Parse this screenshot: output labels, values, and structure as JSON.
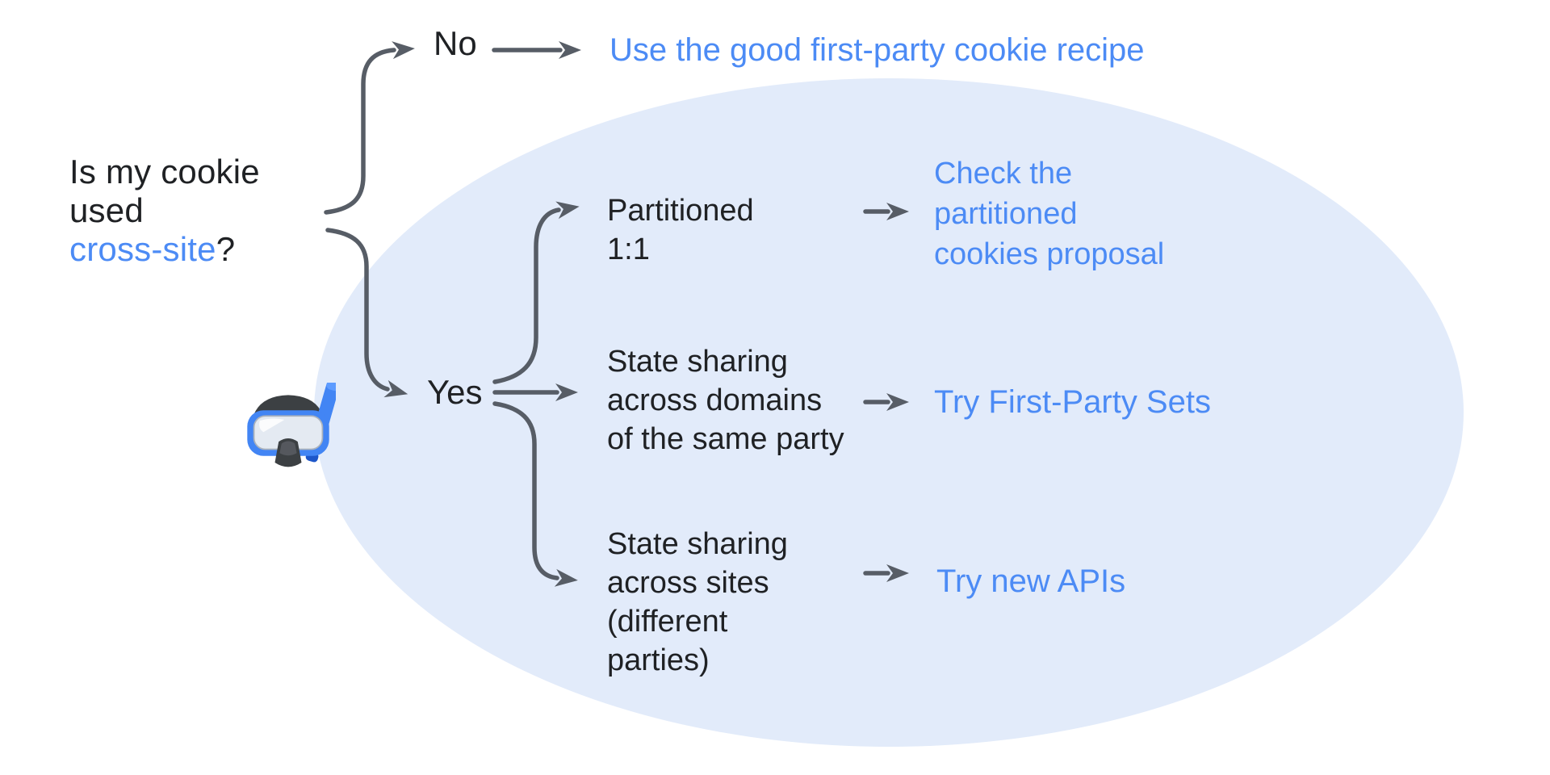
{
  "palette": {
    "accent_blue": "#4c8bf5",
    "arrow_gray": "#575d66",
    "text_black": "#1f2124",
    "ellipse_fill": "#e2ebfa"
  },
  "question": {
    "line1": "Is my cookie",
    "line2": "used",
    "line3_link": "cross-site",
    "line3_suffix": "?"
  },
  "no_branch": {
    "label": "No",
    "result": "Use the good first-party cookie recipe"
  },
  "yes_branch": {
    "label": "Yes"
  },
  "sub_branches": [
    {
      "condition_lines": [
        "Partitioned",
        "1:1"
      ],
      "result_lines": [
        "Check the",
        "partitioned",
        "cookies proposal"
      ]
    },
    {
      "condition_lines": [
        "State sharing",
        "across domains",
        "of the same party"
      ],
      "result_lines": [
        "Try First-Party Sets"
      ]
    },
    {
      "condition_lines": [
        "State sharing",
        "across sites",
        "(different",
        "parties)"
      ],
      "result_lines": [
        "Try new APIs"
      ]
    }
  ],
  "icons": {
    "mascot": "diving-mask-icon"
  }
}
